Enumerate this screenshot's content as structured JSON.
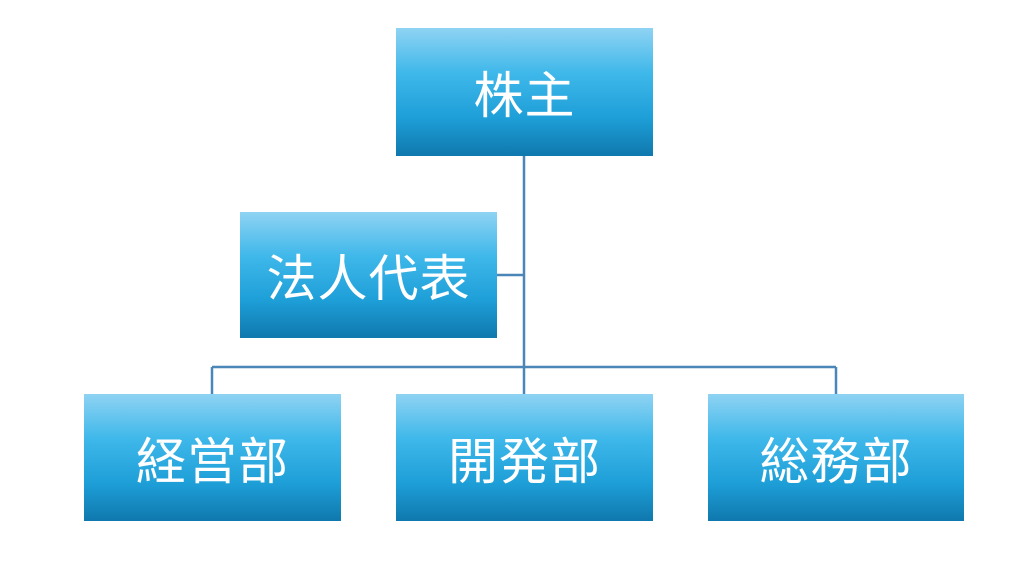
{
  "org_chart": {
    "top": {
      "label": "株主"
    },
    "assistant": {
      "label": "法人代表"
    },
    "departments": [
      {
        "label": "経営部"
      },
      {
        "label": "開発部"
      },
      {
        "label": "総務部"
      }
    ]
  },
  "colors": {
    "box_top": "#8fd3f3",
    "box_mid": "#1e9fd8",
    "box_bottom": "#0f78ad",
    "connector": "#4a86b8",
    "text": "#ffffff"
  }
}
